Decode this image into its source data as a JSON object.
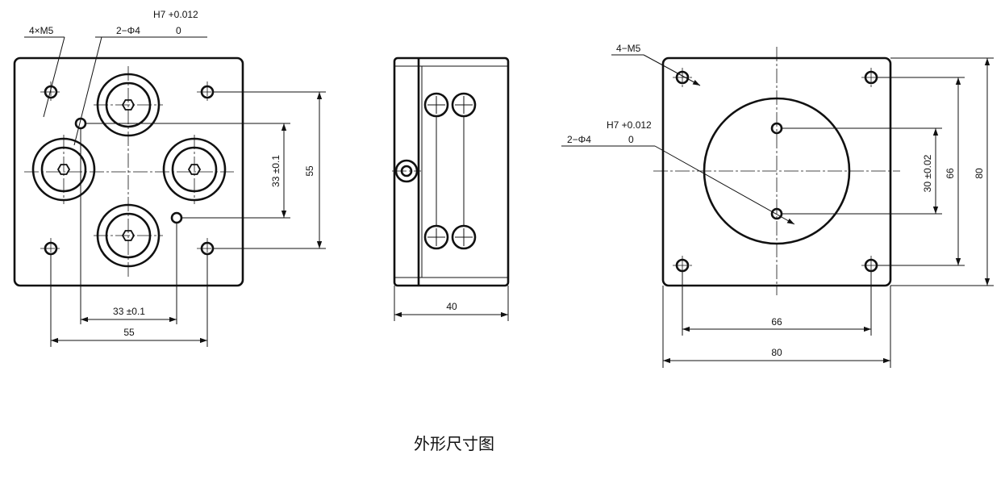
{
  "caption": "外形尺寸图",
  "front_view": {
    "thread_callout": "4×M5",
    "pin_callout": "2−Φ4",
    "tolerance_upper": "H7 +0.012",
    "tolerance_lower": "0",
    "dim_vertical_33": "33 ±0.1",
    "dim_vertical_55": "55",
    "dim_horizontal_33": "33 ±0.1",
    "dim_horizontal_55": "55"
  },
  "side_view": {
    "dim_width": "40"
  },
  "back_view": {
    "thread_callout": "4−M5",
    "tolerance_upper": "H7 +0.012",
    "pin_callout": "2−Φ4",
    "tolerance_lower": "0",
    "dim_vertical_30": "30 ±0.02",
    "dim_vertical_66": "66",
    "dim_vertical_80": "80",
    "dim_horizontal_66": "66",
    "dim_horizontal_80": "80"
  }
}
